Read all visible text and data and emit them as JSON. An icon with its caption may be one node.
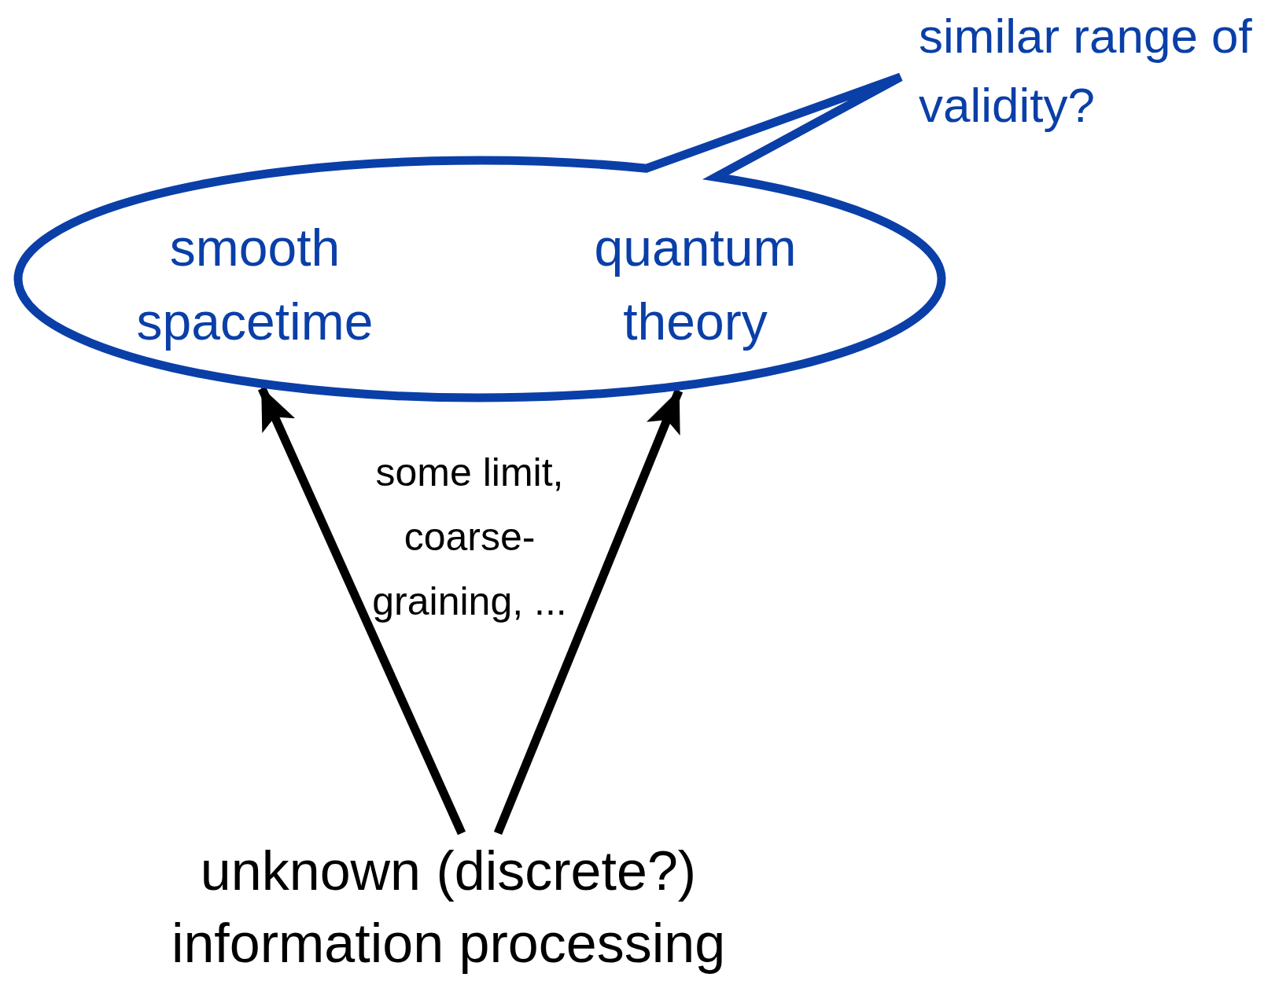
{
  "diagram": {
    "nodes": [
      {
        "text": [
          "smooth spacetime",
          "quantum theory"
        ],
        "beside": [
          "similar range of validity?"
        ]
      },
      {
        "text": [
          "unknown (discrete?) information processing"
        ]
      }
    ],
    "edges": [
      {
        "from": 1,
        "to": 0,
        "arrow": "to"
      },
      {
        "from": 1,
        "to": 0,
        "arrow": "to"
      }
    ],
    "labels": [
      "some limit, coarse-graining, ..."
    ]
  }
}
